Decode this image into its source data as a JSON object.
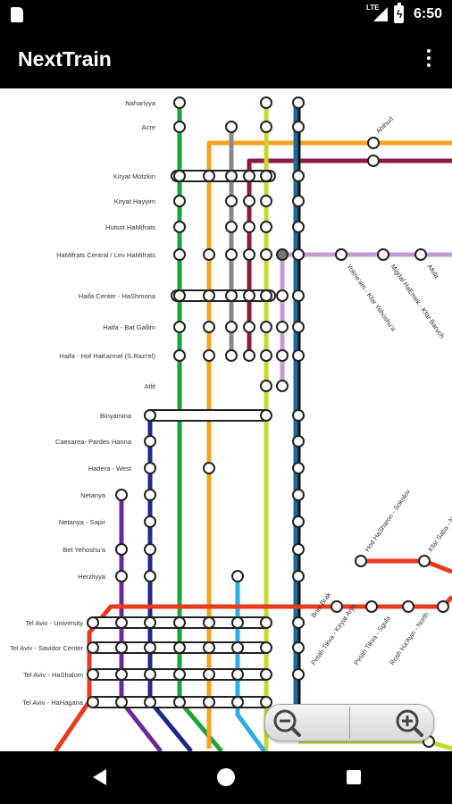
{
  "status_bar": {
    "time": "6:50",
    "network": "LTE"
  },
  "app_bar": {
    "title": "NextTrain"
  },
  "map": {
    "stations_left": [
      "Nahariyya",
      "Acre",
      "Kiryat Motzkin",
      "Kiryat Hayyim",
      "Hutsot HaMifrats",
      "HaMifrats Central / Lev HaMifrats",
      "Haifa Center - HaShmona",
      "Haifa - Bat Gallim",
      "Haifa - Hof HaKarmel (S.Razi'el)",
      "Atlit",
      "Binyamina",
      "Caesarea- Pardes Hanna",
      "Hadera - West",
      "Netanya",
      "Netanya - Sapir",
      "Bet Yehoshu'a",
      "Herzliyya",
      "Tel Aviv - University",
      "Tel Aviv - Savidor Center",
      "Tel Aviv - HaShalom",
      "Tel Aviv - HaHagana"
    ],
    "stations_right": [
      "Ahihud",
      "Yokne'am - Kfar Yehoshu'a",
      "Migdal HaEmek - Kfar Baruch",
      "Afula",
      "Hod HaSharon - Sokolov",
      "Kfar Saba - Nordau",
      "Bnei Brak",
      "Petah Tikva - Kiryat Arye",
      "Petah Tikva - Sgula",
      "Rosh Ha'Ayin - North"
    ],
    "line_colors": {
      "green": "#1aa53c",
      "orange": "#f5a21c",
      "gray": "#8a8a8a",
      "maroon": "#8c1c3c",
      "yellow_green": "#c8d62a",
      "blue": "#1a6aa0",
      "lavender": "#c39bd3",
      "navy": "#1c2a8c",
      "purple": "#6a2a9a",
      "cyan": "#2aaee8",
      "red": "#ea3a1e"
    }
  },
  "zoom_controls": {
    "zoom_out_icon": "zoom-out-icon",
    "zoom_in_icon": "zoom-in-icon"
  },
  "nav_bar": {
    "back_icon": "back-icon",
    "home_icon": "home-icon",
    "recents_icon": "recents-icon"
  }
}
